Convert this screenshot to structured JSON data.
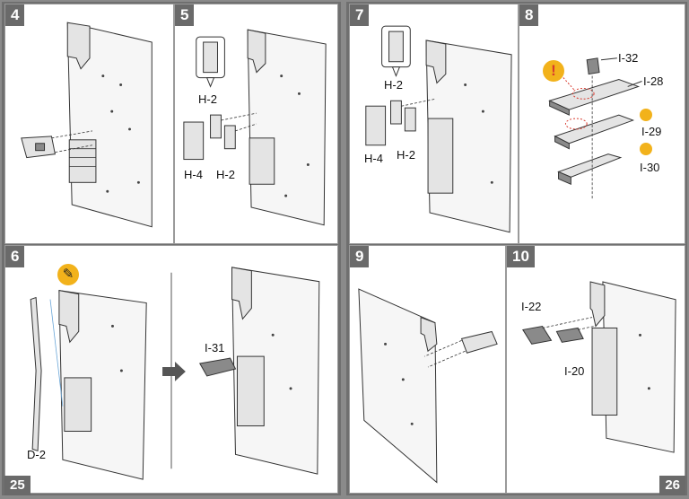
{
  "pages": {
    "left_number": "25",
    "right_number": "26"
  },
  "colors": {
    "hint_yellow": "#f2b21b",
    "header_gray": "#6a6a6a",
    "warning_red": "#d83a2e"
  },
  "steps": {
    "s4": {
      "number": "4"
    },
    "s5": {
      "number": "5",
      "labels": [
        "H-2",
        "H-4",
        "H-2"
      ]
    },
    "s6": {
      "number": "6",
      "labels": [
        "D-2",
        "I-31"
      ],
      "hint_icon": "glue-tube-icon"
    },
    "s7": {
      "number": "7",
      "labels": [
        "H-2",
        "H-4",
        "H-2"
      ]
    },
    "s8": {
      "number": "8",
      "labels": [
        "I-32",
        "I-28",
        "I-29",
        "I-30"
      ],
      "warning_icon": "exclamation-icon"
    },
    "s9": {
      "number": "9"
    },
    "s10": {
      "number": "10",
      "labels": [
        "I-22",
        "I-20"
      ]
    }
  }
}
